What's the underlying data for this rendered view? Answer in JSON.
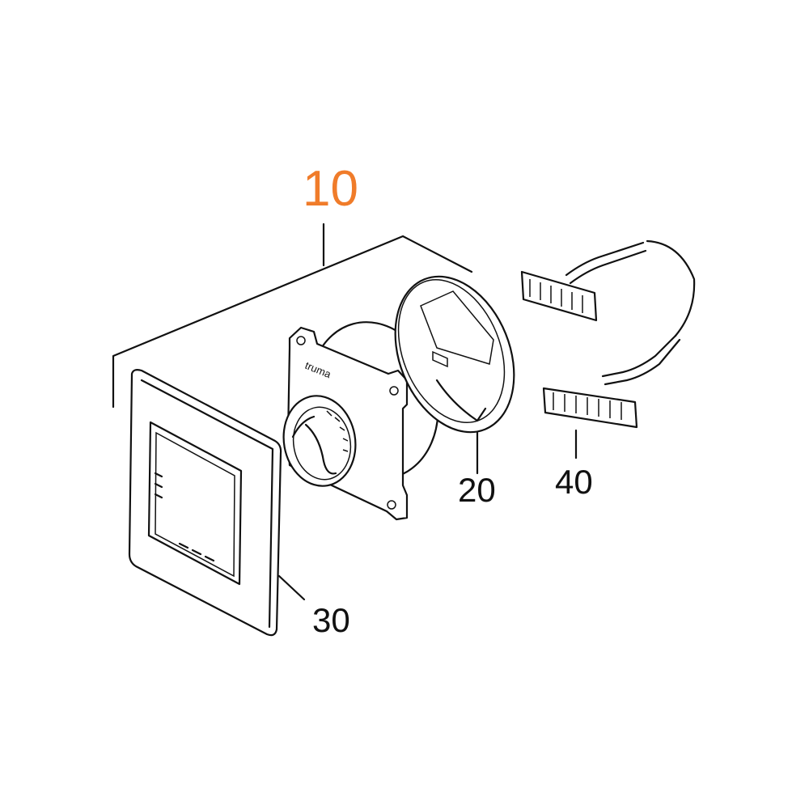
{
  "labels": {
    "assembly": "10",
    "cover": "20",
    "frame": "30",
    "cable": "40"
  },
  "logo_text": "truma",
  "colors": {
    "assembly_label": "#f07c2a",
    "line": "#111111"
  }
}
